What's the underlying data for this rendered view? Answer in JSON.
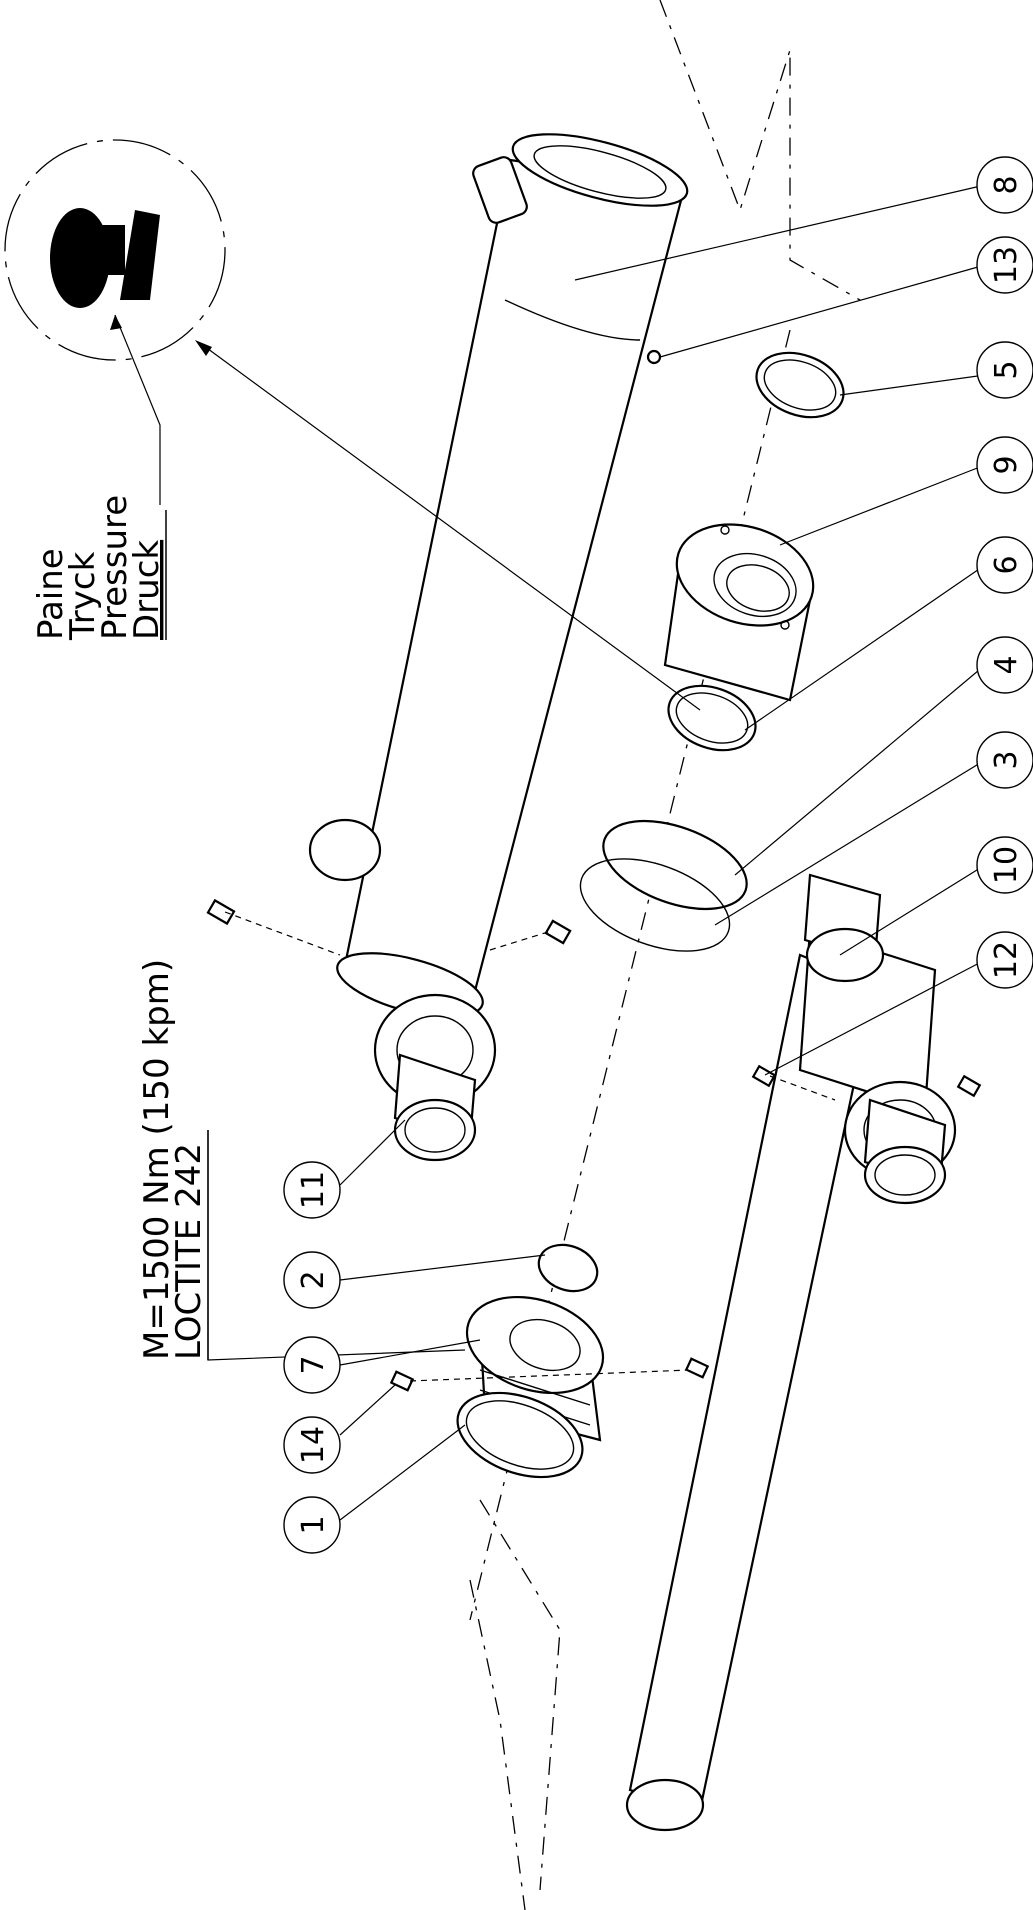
{
  "notes": {
    "pressure_labels": [
      "Paine",
      "Tryck",
      "Pressure",
      "Druck"
    ],
    "torque_line1": "M=1500 Nm  (150 kpm)",
    "torque_line2": "LOCTITE 242"
  },
  "balloons": [
    "8",
    "13",
    "5",
    "9",
    "6",
    "4",
    "3",
    "10",
    "12",
    "11",
    "2",
    "7",
    "14",
    "1"
  ]
}
